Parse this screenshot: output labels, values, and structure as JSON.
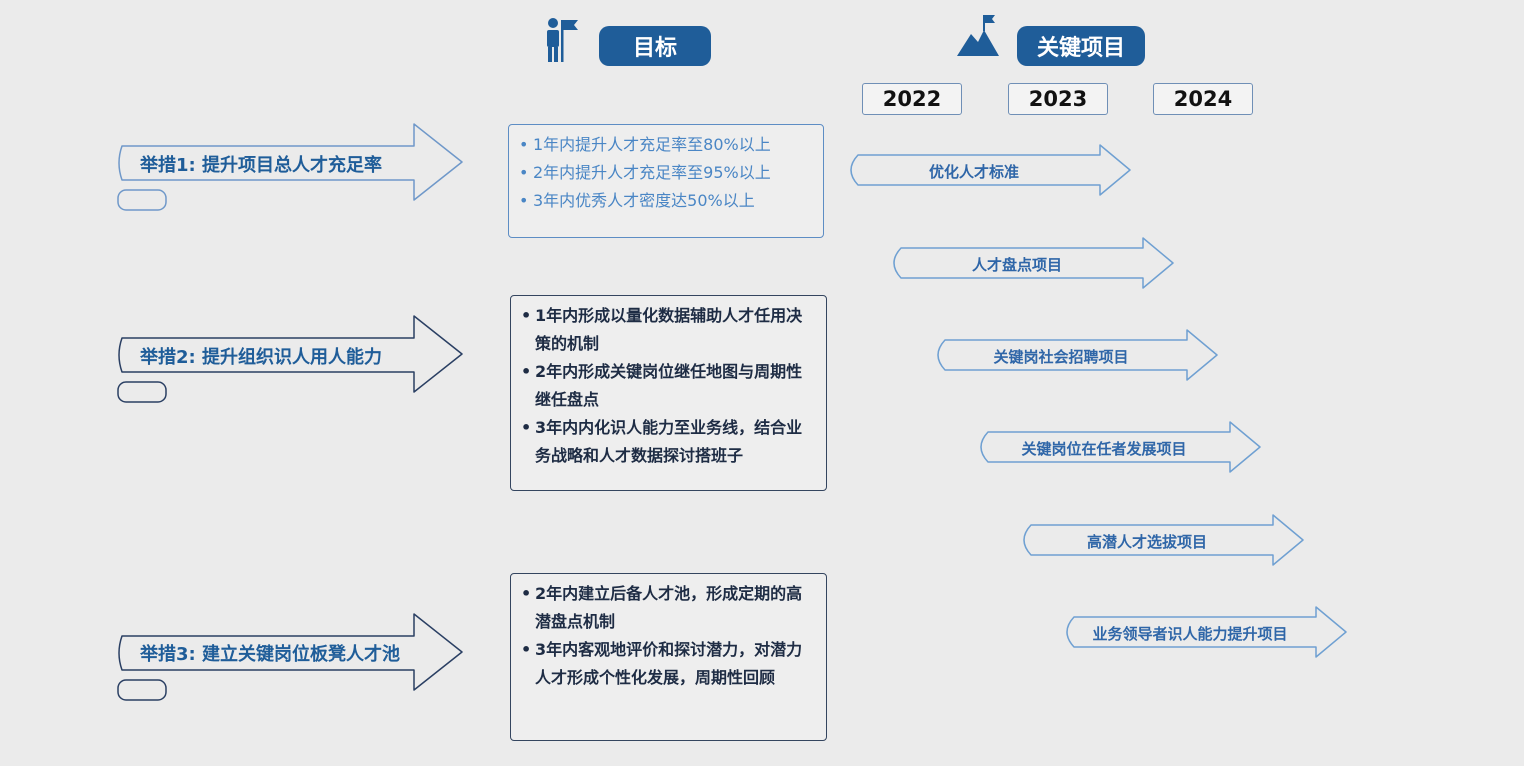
{
  "headers": {
    "goals": "目标",
    "projects": "关键项目",
    "goals_icon": "person-with-flag-icon",
    "projects_icon": "mountain-with-flag-icon"
  },
  "years": [
    "2022",
    "2023",
    "2024"
  ],
  "measures": [
    {
      "label": "举措1: 提升项目总人才充足率",
      "goals": [
        "1年内提升人才充足率至80%以上",
        "2年内提升人才充足率至95%以上",
        "3年内优秀人才密度达50%以上"
      ]
    },
    {
      "label": "举措2: 提升组织识人用人能力",
      "goals": [
        "1年内形成以量化数据辅助人才任用决策的机制",
        "2年内形成关键岗位继任地图与周期性继任盘点",
        "3年内内化识人能力至业务线，结合业务战略和人才数据探讨搭班子"
      ]
    },
    {
      "label": "举措3: 建立关键岗位板凳人才池",
      "goals": [
        "2年内建立后备人才池，形成定期的高潜盘点机制",
        "3年内客观地评价和探讨潜力，对潜力人才形成个性化发展，周期性回顾"
      ]
    }
  ],
  "projects": [
    "优化人才标准",
    "人才盘点项目",
    "关键岗社会招聘项目",
    "关键岗位在任者发展项目",
    "高潜人才选拔项目",
    "业务领导者识人能力提升项目"
  ],
  "colors": {
    "background": "#ebebeb",
    "header_fill": "#1f5d99",
    "measure_outline": "#2a3f63",
    "measure_outline_first": "#6f98c9",
    "project_outline": "#6fa0d2",
    "project_text": "#2f66a8",
    "goal_text_light": "#4a86c5",
    "goal_text_dark": "#1e2c44"
  }
}
